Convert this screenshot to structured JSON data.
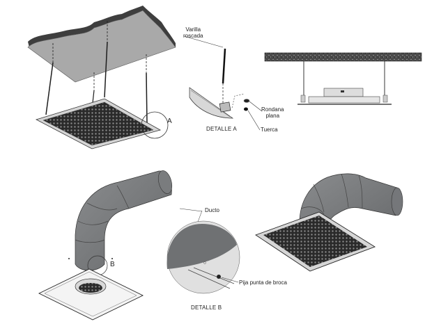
{
  "diagram": {
    "title": "Instalación de difusor de techo",
    "views": [
      {
        "id": "isometric-suspension",
        "description": "Ceiling slab with threaded rods suspending square grille diffuser"
      },
      {
        "id": "detail-a",
        "description": "Hanger bracket with threaded rod, flat washer and nut"
      },
      {
        "id": "side-elevation",
        "description": "Diffuser suspended from ceiling slab, side view"
      },
      {
        "id": "duct-connection-exploded",
        "description": "Elbow duct above diffuser plenum collar"
      },
      {
        "id": "detail-b",
        "description": "Duct fastened to collar with self-drilling screw"
      },
      {
        "id": "duct-connection-assembled",
        "description": "Elbow duct connected to square grille diffuser"
      }
    ],
    "callouts": {
      "a_marker": "A",
      "b_marker": "B"
    },
    "labels": {
      "varilla": "Varilla\nroscada",
      "varilla_line1": "Varilla",
      "varilla_line2": "roscada",
      "rondana_line1": "Rondana",
      "rondana_line2": "plana",
      "tuerca": "Tuerca",
      "detalle_a": "DETALLE A",
      "ducto": "Ducto",
      "pija": "Pija punta de broca",
      "detalle_b": "DETALLE B"
    },
    "colors": {
      "slab": "#a9a9a9",
      "slab_edge": "#3e3e3e",
      "duct": "#7c7e80",
      "duct_dark": "#5e6062",
      "grille": "#2a2a2a",
      "frame": "#cfcfcf",
      "line": "#1e1e1e"
    }
  }
}
